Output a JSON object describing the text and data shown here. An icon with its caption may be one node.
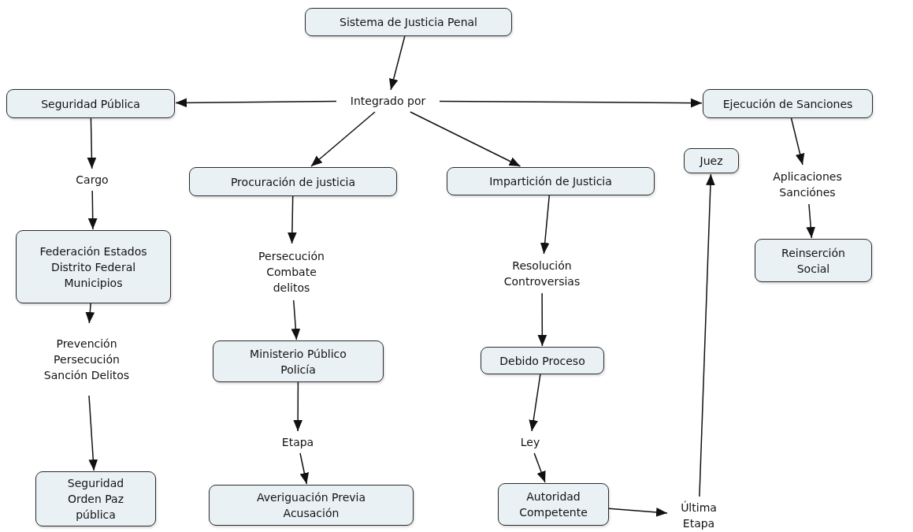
{
  "diagram": {
    "nodes": [
      {
        "text": [
          "Sistema de Justicia Penal"
        ]
      },
      {
        "text": [
          "Integrado por"
        ]
      },
      {
        "text": [
          "Seguridad Pública"
        ]
      },
      {
        "text": [
          "Ejecución de Sanciones"
        ]
      },
      {
        "text": [
          "Procuración de justicia"
        ]
      },
      {
        "text": [
          "Impartición de Justicia"
        ]
      },
      {
        "text": [
          "Juez"
        ]
      },
      {
        "text": [
          "Cargo"
        ]
      },
      {
        "text": [
          "Aplicaciones Sanciónes"
        ]
      },
      {
        "text": [
          "Federación Estados Distrito Federal Municipios"
        ]
      },
      {
        "text": [
          "Persecución Combate delitos"
        ]
      },
      {
        "text": [
          "Resolución Controversias"
        ]
      },
      {
        "text": [
          "Reinserción Social"
        ]
      },
      {
        "text": [
          "Prevención Persecución Sanción Delitos"
        ]
      },
      {
        "text": [
          "Ministerio Público Policía"
        ]
      },
      {
        "text": [
          "Debido Proceso"
        ]
      },
      {
        "text": [
          "Etapa"
        ]
      },
      {
        "text": [
          "Ley"
        ]
      },
      {
        "text": [
          "Seguridad Orden Paz pública"
        ]
      },
      {
        "text": [
          "Averiguación Previa Acusación"
        ]
      },
      {
        "text": [
          "Autoridad Competente"
        ]
      },
      {
        "text": [
          "Última Etapa"
        ]
      }
    ],
    "edges": [
      {
        "from": 0,
        "to": 1,
        "arrow": "to"
      },
      {
        "from": 1,
        "to": 2,
        "arrow": "to"
      },
      {
        "from": 1,
        "to": 3,
        "arrow": "to"
      },
      {
        "from": 1,
        "to": 4,
        "arrow": "to"
      },
      {
        "from": 1,
        "to": 5,
        "arrow": "to"
      },
      {
        "from": 2,
        "to": 7,
        "arrow": "to"
      },
      {
        "from": 7,
        "to": 9,
        "arrow": "to"
      },
      {
        "from": 9,
        "to": 13,
        "arrow": "to"
      },
      {
        "from": 13,
        "to": 18,
        "arrow": "to"
      },
      {
        "from": 4,
        "to": 10,
        "arrow": "to"
      },
      {
        "from": 10,
        "to": 14,
        "arrow": "to"
      },
      {
        "from": 14,
        "to": 16,
        "arrow": "to"
      },
      {
        "from": 16,
        "to": 19,
        "arrow": "to"
      },
      {
        "from": 5,
        "to": 11,
        "arrow": "to"
      },
      {
        "from": 11,
        "to": 15,
        "arrow": "to"
      },
      {
        "from": 15,
        "to": 17,
        "arrow": "to"
      },
      {
        "from": 17,
        "to": 20,
        "arrow": "to"
      },
      {
        "from": 20,
        "to": 21,
        "arrow": "to"
      },
      {
        "from": 21,
        "to": 6,
        "arrow": "to"
      },
      {
        "from": 3,
        "to": 8,
        "arrow": "to"
      },
      {
        "from": 8,
        "to": 12,
        "arrow": "to"
      }
    ]
  }
}
